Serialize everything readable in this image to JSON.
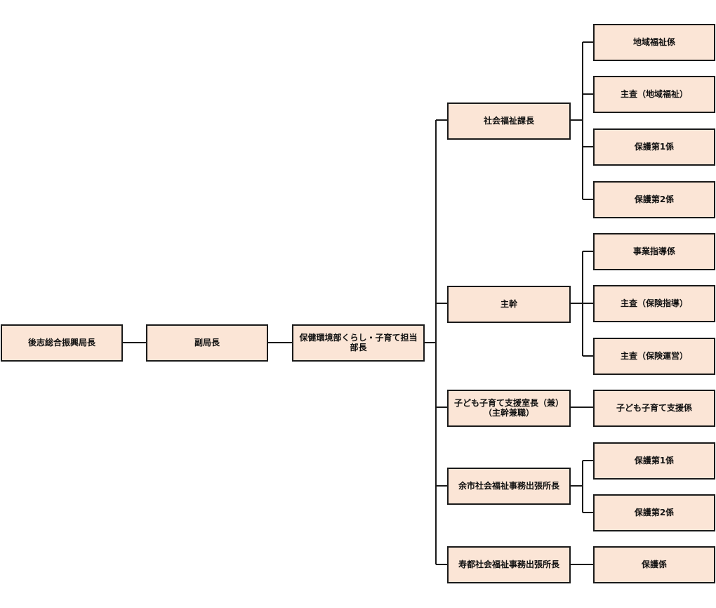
{
  "org": {
    "director": "後志総合振興局長",
    "deputy": "副局長",
    "dept_head": "保健環境部くらし・子育て担当部長",
    "sections": [
      {
        "label": "社会福祉課長",
        "children": [
          "地域福祉係",
          "主査（地域福祉）",
          "保護第1係",
          "保護第2係"
        ]
      },
      {
        "label": "主幹",
        "children": [
          "事業指導係",
          "主査（保険指導）",
          "主査（保険運営）"
        ]
      },
      {
        "label": "子ども子育て支援室長（兼）（主幹兼職）",
        "children": [
          "子ども子育て支援係"
        ]
      },
      {
        "label": "余市社会福祉事務出張所長",
        "children": [
          "保護第1係",
          "保護第2係"
        ]
      },
      {
        "label": "寿都社会福祉事務出張所長",
        "children": [
          "保護係"
        ]
      }
    ]
  },
  "colors": {
    "box_fill": "#fbe5d6",
    "box_border": "#1a1a1a",
    "line": "#1a1a1a"
  }
}
